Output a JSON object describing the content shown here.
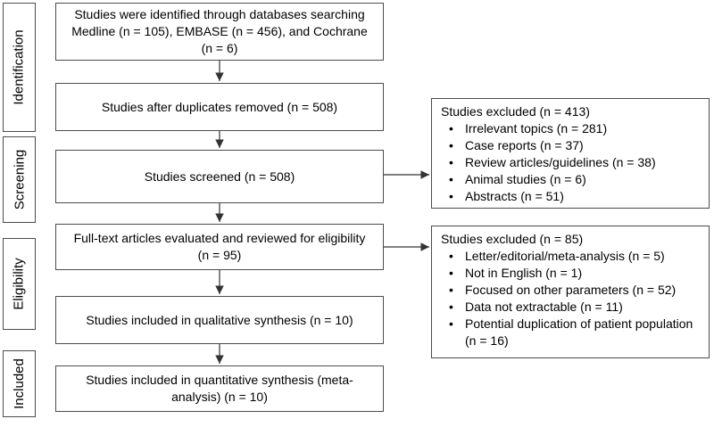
{
  "diagram": {
    "type": "prisma-flowchart",
    "stages": [
      {
        "label": "Identification"
      },
      {
        "label": "Screening"
      },
      {
        "label": "Eligibility"
      },
      {
        "label": "Included"
      }
    ],
    "flow": [
      {
        "text": "Studies were identified through databases searching Medline (n = 105), EMBASE (n = 456), and Cochrane (n = 6)"
      },
      {
        "text": "Studies after duplicates removed (n = 508)"
      },
      {
        "text": "Studies screened (n = 508)"
      },
      {
        "text": "Full-text articles evaluated and reviewed for eligibility (n = 95)"
      },
      {
        "text": "Studies included in qualitative synthesis (n = 10)"
      },
      {
        "text": "Studies included in quantitative synthesis (meta-analysis) (n = 10)"
      }
    ],
    "exclusions": [
      {
        "title": "Studies excluded (n = 413)",
        "bullet": "•",
        "items": [
          "Irrelevant topics (n = 281)",
          "Case reports (n = 37)",
          "Review articles/guidelines (n = 38)",
          "Animal studies (n = 6)",
          "Abstracts (n = 51)"
        ]
      },
      {
        "title": "Studies excluded (n = 85)",
        "bullet": "•",
        "items": [
          "Letter/editorial/meta-analysis (n = 5)",
          "Not in English (n = 1)",
          "Focused on other parameters (n = 52)",
          "Data not extractable (n = 11)",
          "Potential duplication of patient population (n = 16)"
        ]
      }
    ],
    "colors": {
      "box_border": "#4c4c4c",
      "arrow": "#333333",
      "text": "#000000",
      "background": "#ffffff"
    }
  }
}
